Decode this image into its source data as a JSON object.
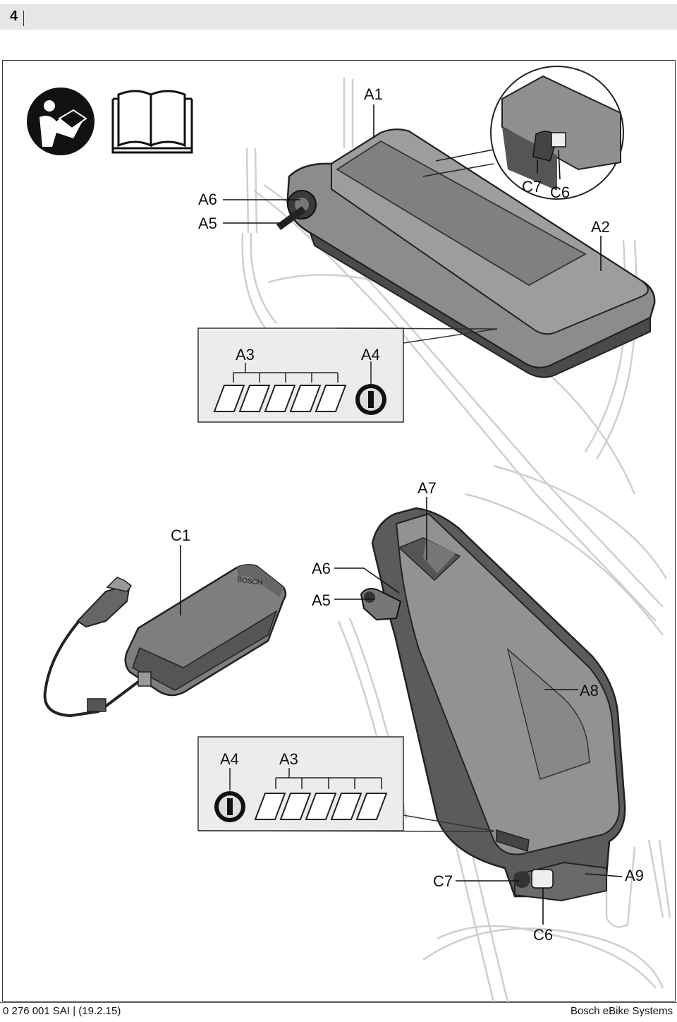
{
  "header": {
    "page_number": "4"
  },
  "labels": {
    "A1": "A1",
    "A2": "A2",
    "A3_top": "A3",
    "A4_top": "A4",
    "A5_top": "A5",
    "A6_top": "A6",
    "C6_top": "C6",
    "C7_top": "C7",
    "A7": "A7",
    "C1": "C1",
    "A6_bottom": "A6",
    "A5_bottom": "A5",
    "A8": "A8",
    "A4_bottom": "A4",
    "A3_bottom": "A3",
    "C7_bottom": "C7",
    "A9": "A9",
    "C6_bottom": "C6"
  },
  "footer": {
    "doc_code": "0 276 001 SAI | (19.2.15)",
    "brand": "Bosch eBike Systems"
  },
  "colors": {
    "battery_gray": "#8c8c8c",
    "battery_dark": "#4a4a4a",
    "frame_line": "#cfcfcf",
    "text": "#111111"
  }
}
